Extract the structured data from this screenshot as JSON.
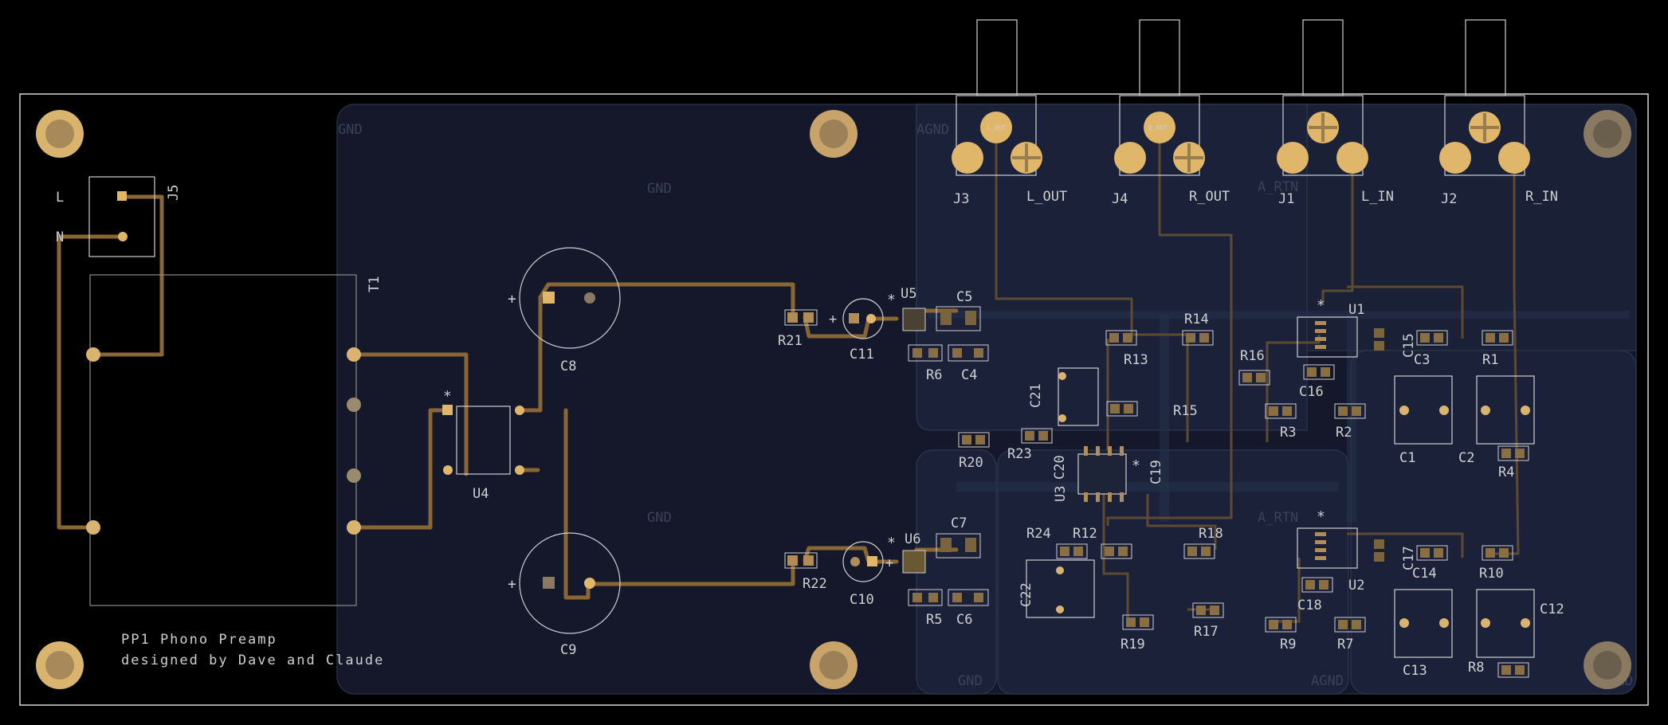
{
  "board": {
    "title_lines": [
      "PP1 Phono Preamp",
      "designed by Dave and Claude"
    ],
    "colors": {
      "background": "#000000",
      "outline": "#d6d6d6",
      "zone": "#14182a",
      "zone_edge": "#2a3046",
      "zone_light": "#1c2236",
      "copper": "#e0b66a",
      "copper_dim": "#6e5634",
      "trace": "#8a6634",
      "silk": "#cfcfcf"
    }
  },
  "zones": {
    "gnd_left": "GND",
    "gnd_upper": "GND",
    "gnd_lower": "GND",
    "agnd_top": "AGND",
    "agnd_right": "AGND",
    "artn_upper": "A_RTN",
    "artn_lower": "A_RTN",
    "bottom_gnd": "GND",
    "bottom_mid": "AGND"
  },
  "labels": {
    "mains_l": "L",
    "mains_n": "N",
    "J5": "J5",
    "T1": "T1",
    "U4": "U4",
    "C8": "C8",
    "C9": "C9",
    "R21": "R21",
    "R22": "R22",
    "C10": "C10",
    "C11": "C11",
    "U5": "U5",
    "U6": "U6",
    "C5": "C5",
    "C4": "C4",
    "R6": "R6",
    "C7": "C7",
    "C6": "C6",
    "R5": "R5",
    "J3": "J3",
    "J4": "J4",
    "J1": "J1",
    "J2": "J2",
    "L_OUT": "L_OUT",
    "R_OUT": "R_OUT",
    "L_IN": "L_IN",
    "R_IN": "R_IN",
    "pad_L_OUT": "L_OUT",
    "pad_R_OUT": "R_OUT",
    "R13": "R13",
    "R14": "R14",
    "R15": "R15",
    "R16": "R16",
    "C21": "C21",
    "R20": "R20",
    "R23": "R23",
    "C20": "C20",
    "U3": "U3",
    "C19": "C19",
    "R24": "R24",
    "R12": "R12",
    "R18": "R18",
    "C22": "C22",
    "R19": "R19",
    "R17": "R17",
    "R9": "R9",
    "R7": "R7",
    "U1": "U1",
    "U2": "U2",
    "C15": "C15",
    "C3": "C3",
    "R1": "R1",
    "C16": "C16",
    "R3": "R3",
    "R2": "R2",
    "C1": "C1",
    "C2": "C2",
    "R4": "R4",
    "C17": "C17",
    "C14": "C14",
    "R10": "R10",
    "C18": "C18",
    "C13": "C13",
    "C12": "C12",
    "R8": "R8",
    "star": "*"
  }
}
